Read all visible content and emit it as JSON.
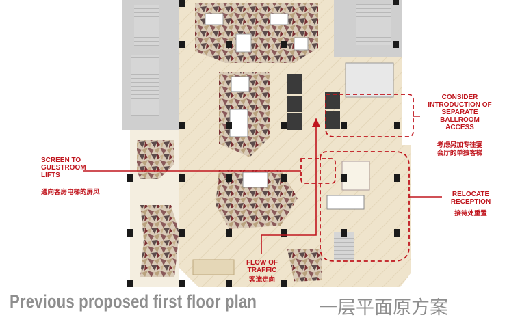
{
  "annotations": {
    "ballroom": {
      "en": [
        "CONSIDER",
        "INTRODUCTION OF",
        "SEPARATE",
        "BALLROOM",
        "ACCESS"
      ],
      "zh": [
        "考虑另加专往宴",
        "会厅的单独客梯"
      ]
    },
    "screen": {
      "en": [
        "SCREEN TO",
        "GUESTROOM",
        "LIFTS"
      ],
      "zh": "通向客房电梯的屏风"
    },
    "reception": {
      "en": [
        "RELOCATE",
        "RECEPTION"
      ],
      "zh": "接待处重置"
    },
    "traffic": {
      "en": [
        "FLOW OF",
        "TRAFFIC"
      ],
      "zh": "客流走向"
    }
  },
  "title": {
    "en": "Previous proposed first floor plan",
    "zh": "一层平面原方案"
  },
  "colors": {
    "accent": "#c0161e",
    "floor": "#efe4cc",
    "wall": "#c9c9c9",
    "column": "#1a1a1a",
    "title": "#8e8e8e"
  }
}
